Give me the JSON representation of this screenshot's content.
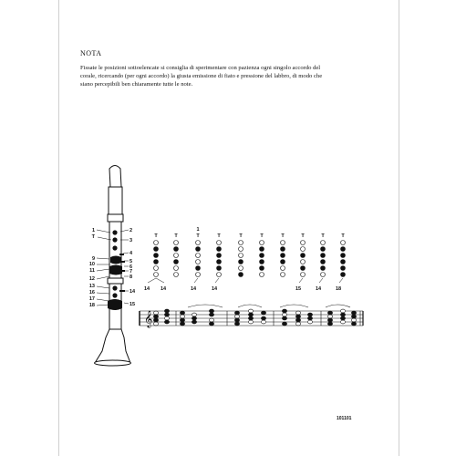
{
  "heading": "NOTA",
  "paragraph_lines": [
    "Fissate le posizioni sottoelencate si consiglia di sperimentare con pazienza ogni singolo accordo del",
    "corale, ricercando (per ogni accordo) la giusta emissione di fiato e pressione del labbro, di modo che",
    "siano percepibili ben chiaramente tutte le note."
  ],
  "clarinet_key_labels": {
    "left": [
      "1",
      "T",
      "9",
      "10",
      "11",
      "12",
      "13",
      "16",
      "17",
      "18"
    ],
    "right": [
      "2",
      "3",
      "4",
      "5",
      "6",
      "7",
      "8",
      "14",
      "15"
    ]
  },
  "fingering_chart": {
    "top_extra_labels": [
      "",
      "",
      "1",
      "",
      "",
      "",
      "",
      "",
      "",
      ""
    ],
    "thumb_label": "T",
    "columns": [
      {
        "holes": [
          0,
          1,
          1,
          1,
          0,
          0
        ],
        "bottom": [
          "14",
          "14"
        ]
      },
      {
        "holes": [
          0,
          1,
          0,
          1,
          0,
          0
        ],
        "bottom": []
      },
      {
        "holes": [
          0,
          1,
          0,
          0,
          1,
          0
        ],
        "bottom": [
          "14"
        ]
      },
      {
        "holes": [
          0,
          1,
          1,
          1,
          1,
          0
        ],
        "bottom": [
          "14"
        ]
      },
      {
        "holes": [
          0,
          0,
          0,
          1,
          0,
          1
        ],
        "bottom": []
      },
      {
        "holes": [
          0,
          1,
          1,
          1,
          1,
          0
        ],
        "bottom": []
      },
      {
        "holes": [
          0,
          1,
          1,
          1,
          0,
          0
        ],
        "bottom": []
      },
      {
        "holes": [
          0,
          0,
          1,
          0,
          1,
          0
        ],
        "bottom": [
          "15"
        ]
      },
      {
        "holes": [
          0,
          1,
          1,
          1,
          1,
          0
        ],
        "bottom": [
          "14"
        ]
      },
      {
        "holes": [
          0,
          1,
          1,
          1,
          1,
          1
        ],
        "bottom": [
          "18"
        ]
      }
    ]
  },
  "page_number": "101101"
}
